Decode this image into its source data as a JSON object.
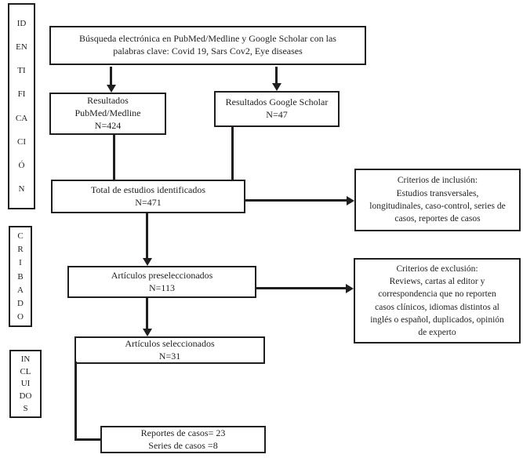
{
  "page": {
    "background": "#ffffff",
    "ink": "#211e1f"
  },
  "sidebar": {
    "identification": {
      "word": "IDENTIFICACIÓN",
      "lines": [
        "ID",
        "EN",
        "TI",
        "FI",
        "CA",
        "CI",
        "Ó",
        "N"
      ]
    },
    "screening": {
      "word": "CRIBADO",
      "lines": [
        "C",
        "R",
        "I",
        "B",
        "A",
        "D",
        "O"
      ]
    },
    "included": {
      "word": "INCLUIDOS",
      "lines": [
        "IN",
        "CL",
        "UI",
        "DO",
        "S"
      ]
    }
  },
  "flow": {
    "search": {
      "lines": [
        "Búsqueda electrónica en PubMed/Medline y Google Scholar con las",
        "palabras clave: Covid 19, Sars Cov2, Eye diseases"
      ]
    },
    "pubmed": {
      "lines": [
        "Resultados",
        "PubMed/Medline",
        "N=424"
      ]
    },
    "scholar": {
      "lines": [
        "Resultados Google Scholar",
        "N=47"
      ]
    },
    "total": {
      "lines": [
        "Total de estudios identificados",
        "N=471"
      ]
    },
    "inclusion": {
      "lines": [
        "Criterios de inclusión:",
        "Estudios transversales,",
        "longitudinales, caso-control, series de",
        "casos, reportes de casos"
      ]
    },
    "preselected": {
      "lines": [
        "Artículos preseleccionados",
        "N=113"
      ]
    },
    "exclusion": {
      "lines": [
        "Criterios de exclusión:",
        "Reviews, cartas al editor y",
        "correspondencia que no reporten",
        "casos clínicos, idiomas distintos al",
        "inglés o español, duplicados, opinión",
        "de experto"
      ]
    },
    "selected": {
      "lines": [
        "Artículos seleccionados",
        "N=31"
      ]
    },
    "reports": {
      "lines": [
        "Reportes de casos= 23",
        "Series de casos =8"
      ]
    }
  }
}
